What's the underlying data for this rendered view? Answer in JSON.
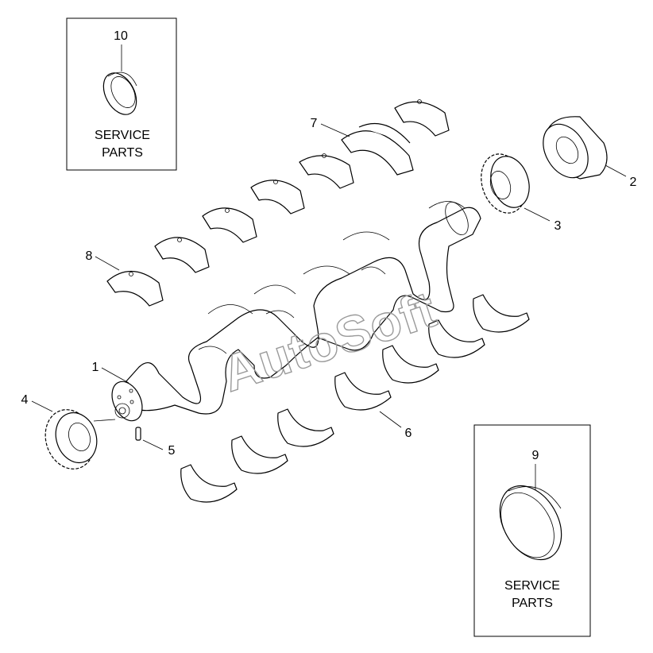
{
  "watermark": "AutoSoft",
  "callouts": [
    {
      "id": "1",
      "label": "1"
    },
    {
      "id": "2",
      "label": "2"
    },
    {
      "id": "3",
      "label": "3"
    },
    {
      "id": "4",
      "label": "4"
    },
    {
      "id": "5",
      "label": "5"
    },
    {
      "id": "6",
      "label": "6"
    },
    {
      "id": "7",
      "label": "7"
    },
    {
      "id": "8",
      "label": "8"
    },
    {
      "id": "9",
      "label": "9"
    },
    {
      "id": "10",
      "label": "10"
    }
  ],
  "service_boxes": [
    {
      "id": "10",
      "line1": "SERVICE",
      "line2": "PARTS"
    },
    {
      "id": "9",
      "line1": "SERVICE",
      "line2": "PARTS"
    }
  ]
}
